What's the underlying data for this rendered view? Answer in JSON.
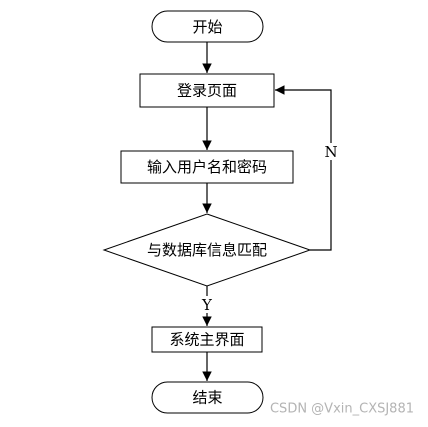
{
  "nodes": {
    "start": "开始",
    "login_page": "登录页面",
    "input_credentials": "输入用户名和密码",
    "check_database": "与数据库信息匹配",
    "main_interface": "系统主界面",
    "end": "结束"
  },
  "edges": {
    "yes_label": "Y",
    "no_label": "N"
  },
  "watermark": "CSDN @Vxin_CXSJ881"
}
